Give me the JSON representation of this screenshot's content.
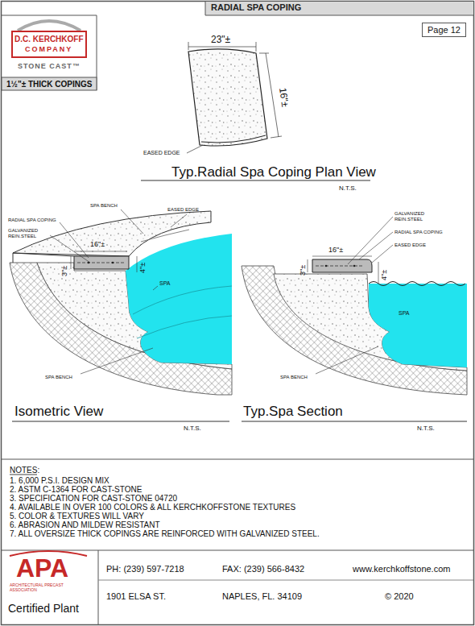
{
  "diagram": {
    "title": "RADIAL SPA COPING",
    "nodes": [
      {
        "text": [
          "D.C. KERCHKOFF",
          "COMPANY",
          "STONE CAST™"
        ]
      },
      {
        "text": [
          "Page 12"
        ]
      }
    ],
    "labels": [
      "1½\"± THICK COPINGS",
      "23\"±",
      "16\"±",
      "EASED EDGE",
      "Typ.Radial Spa Coping Plan View",
      "N.T.S.",
      "SPA BENCH",
      "EASED EDGE",
      "RADIAL SPA COPING",
      "GALVANIZED REIN.STEEL",
      "16\"±",
      "3\"±",
      "4\"±",
      "SPA",
      "SPA BENCH",
      "Isometric View",
      "N.T.S.",
      "GALVANIZED REIN.STEEL",
      "RADIAL SPA COPING",
      "EASED EDGE",
      "16\"±",
      "3\"±",
      "4\"±",
      "SPA",
      "SPA BENCH",
      "Typ.Spa Section",
      "N.T.S.",
      "NOTES:",
      "1. 6,000 P.S.I. DESIGN MIX",
      "2. ASTM C-1364 FOR CAST-STONE",
      "3. SPECIFICATION FOR CAST-STONE 04720",
      "4. AVAILABLE IN OVER 100 COLORS & ALL KERCHKOFFSTONE TEXTURES",
      "5. COLOR & TEXTURES WILL VARY",
      "6. ABRASION AND MILDEW RESISTANT",
      "7. ALL OVERSIZE  THICK COPINGS ARE REINFORCED WITH GALVANIZED STEEL.",
      "APA",
      "ARCHITECTURAL PRECAST ASSOCIATION",
      "Certified Plant",
      "PH: (239) 597-7218",
      "FAX: (239) 566-8432",
      "www.kerchkoffstone.com",
      "1901 ELSA ST.",
      "NAPLES, FL. 34109",
      "© 2020"
    ]
  }
}
